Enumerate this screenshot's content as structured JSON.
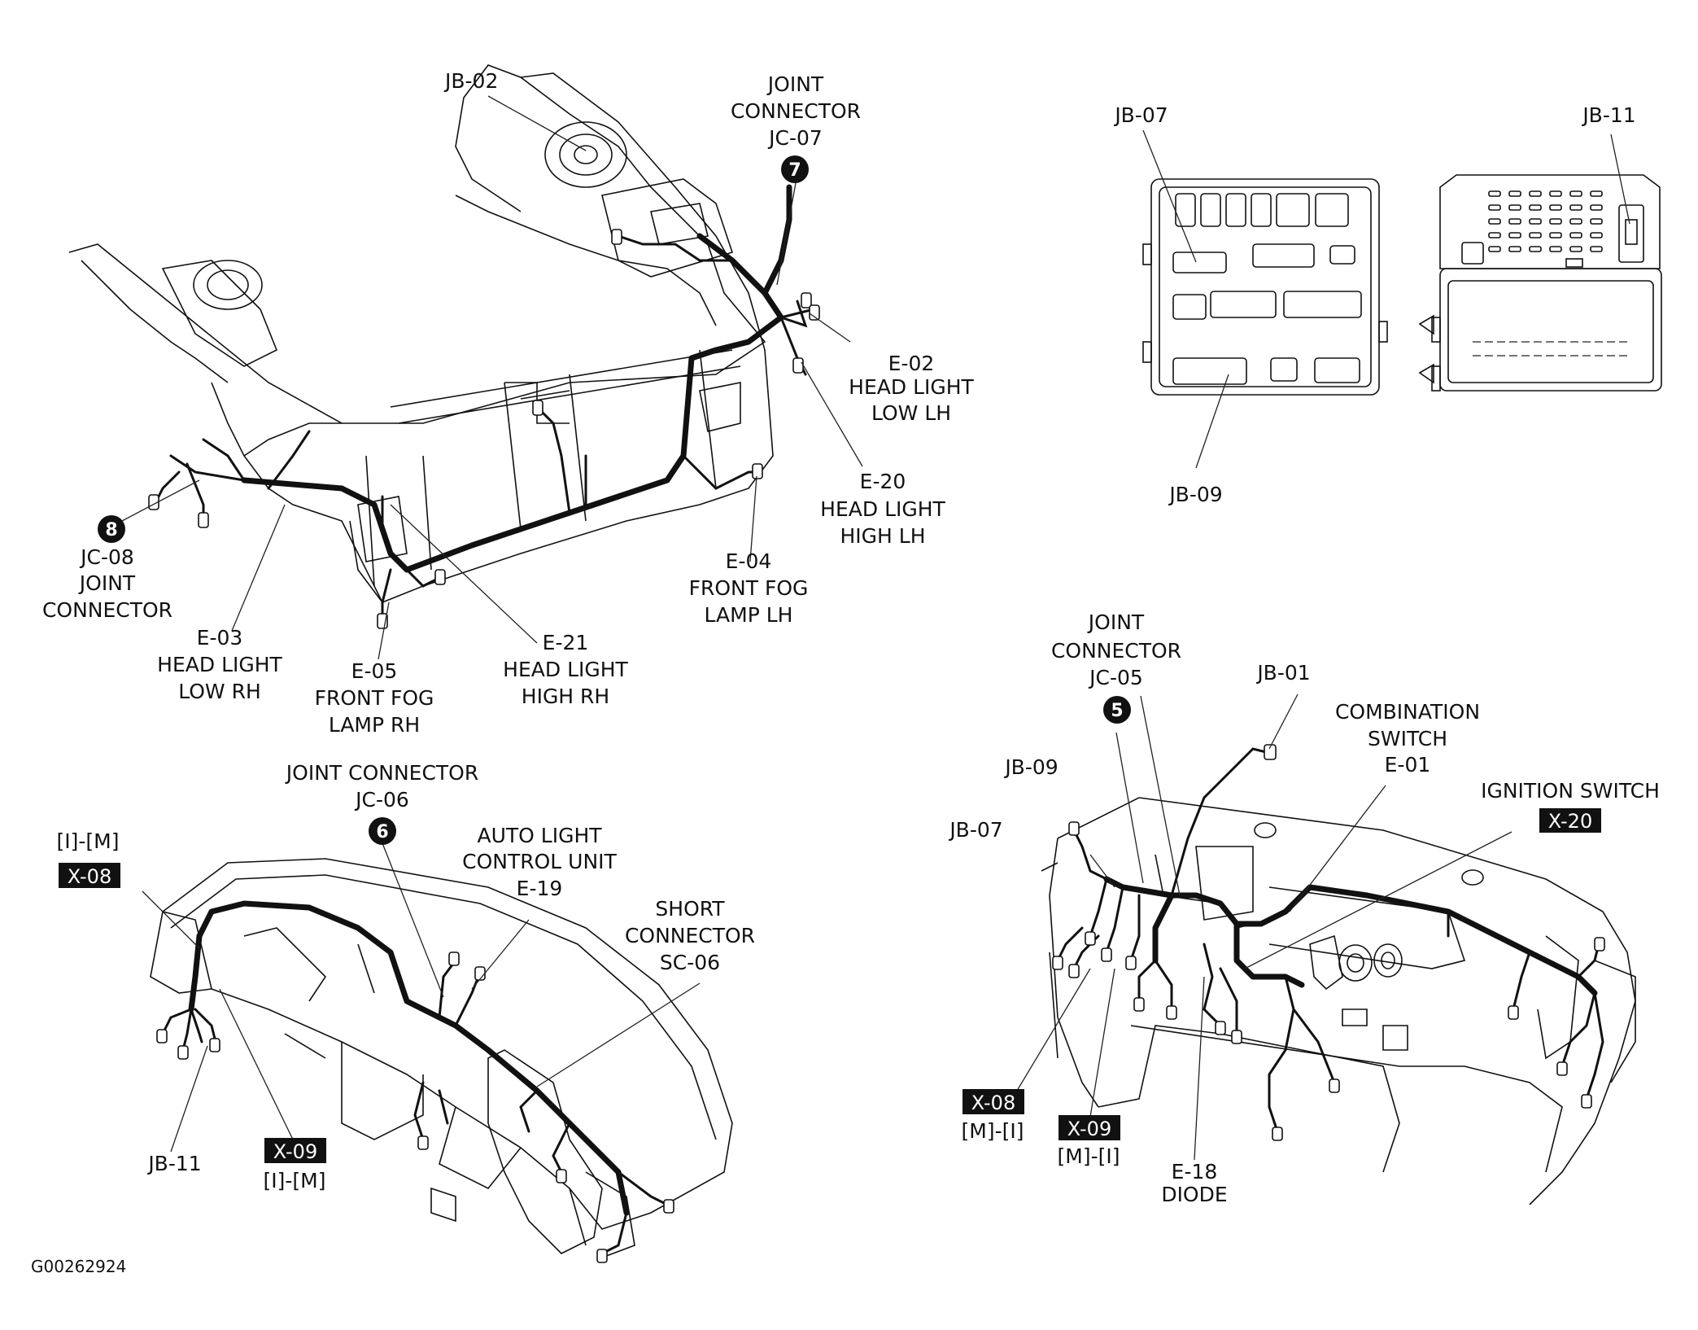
{
  "figure_id": "G00262924",
  "top_left": {
    "jb02": "JB-02",
    "jc07": [
      "JOINT",
      "CONNECTOR",
      "JC-07"
    ],
    "jc07_num": "7",
    "e02": [
      "E-02",
      "HEAD LIGHT",
      "LOW LH"
    ],
    "e20": [
      "E-20",
      "HEAD LIGHT",
      "HIGH LH"
    ],
    "e04": [
      "E-04",
      "FRONT FOG",
      "LAMP LH"
    ],
    "e21": [
      "E-21",
      "HEAD LIGHT",
      "HIGH RH"
    ],
    "e05": [
      "E-05",
      "FRONT FOG",
      "LAMP RH"
    ],
    "e03": [
      "E-03",
      "HEAD LIGHT",
      "LOW RH"
    ],
    "jc08": [
      "JC-08",
      "JOINT",
      "CONNECTOR"
    ],
    "jc08_num": "8"
  },
  "top_right": {
    "jb07": "JB-07",
    "jb11": "JB-11",
    "jb09": "JB-09"
  },
  "bottom_left": {
    "jc06": [
      "JOINT CONNECTOR",
      "JC-06"
    ],
    "jc06_num": "6",
    "im_top": "[I]-[M]",
    "x08": "X-08",
    "auto_light": [
      "AUTO LIGHT",
      "CONTROL UNIT",
      "E-19"
    ],
    "sc06": [
      "SHORT",
      "CONNECTOR",
      "SC-06"
    ],
    "jb11": "JB-11",
    "x09": "X-09",
    "im_bottom": "[I]-[M]"
  },
  "bottom_right": {
    "jc05": [
      "JOINT",
      "CONNECTOR",
      "JC-05"
    ],
    "jc05_num": "5",
    "jb01": "JB-01",
    "combo": [
      "COMBINATION",
      "SWITCH",
      "E-01"
    ],
    "ignition": "IGNITION SWITCH",
    "x20": "X-20",
    "jb09": "JB-09",
    "jb07": "JB-07",
    "x08": "X-08",
    "mi_a": "[M]-[I]",
    "x09": "X-09",
    "mi_b": "[M]-[I]",
    "e18": [
      "E-18",
      "DIODE"
    ]
  }
}
